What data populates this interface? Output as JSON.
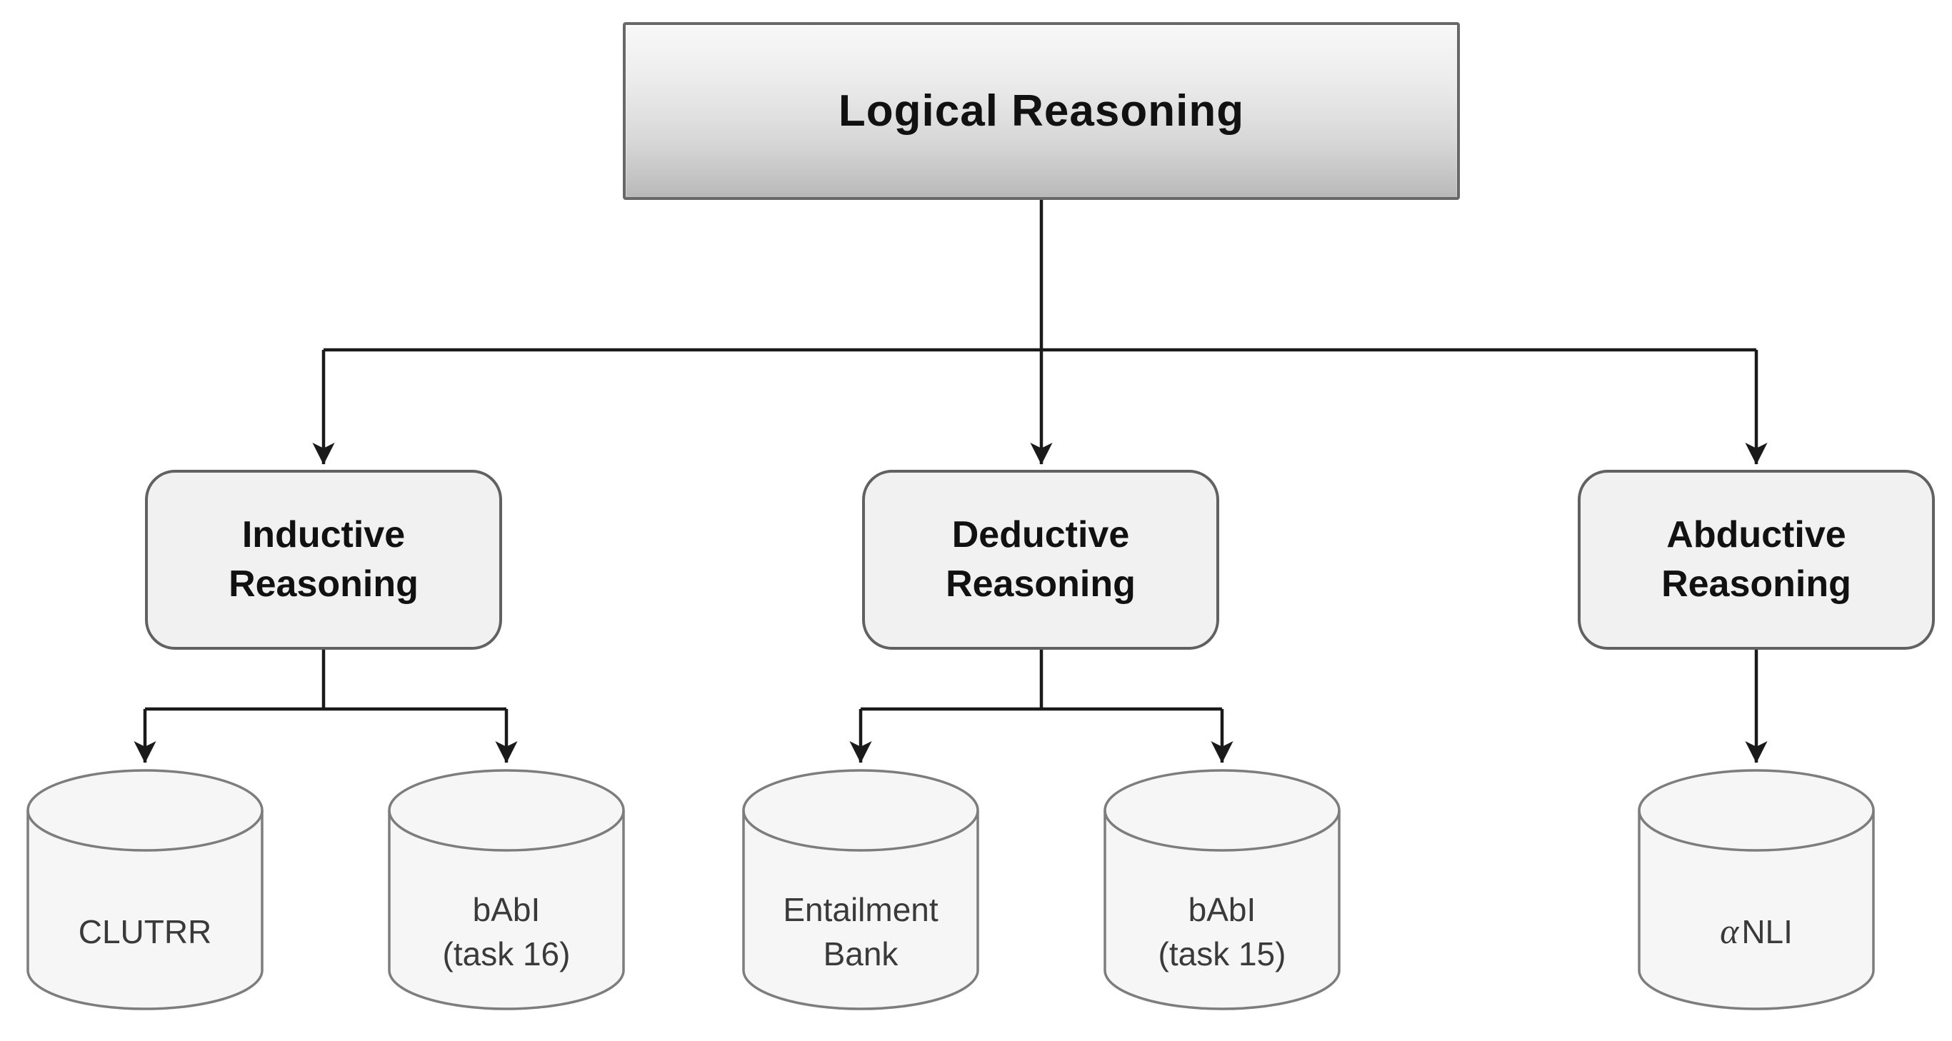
{
  "diagram": {
    "root": {
      "label": "Logical Reasoning"
    },
    "branches": {
      "inductive": {
        "label": "Inductive\nReasoning"
      },
      "deductive": {
        "label": "Deductive\nReasoning"
      },
      "abductive": {
        "label": "Abductive\nReasoning"
      }
    },
    "datasets": {
      "clutrr": {
        "label": "CLUTRR"
      },
      "babi16": {
        "label": "bAbI\n(task 16)"
      },
      "entailment": {
        "label": "Entailment\nBank"
      },
      "babi15": {
        "label": "bAbI\n(task 15)"
      },
      "anli": {
        "alpha": "α",
        "rest": "NLI"
      }
    },
    "colors": {
      "background": "#ffffff",
      "line": "#1a1a1a",
      "node_border": "#616161",
      "node_fill": "#f1f1f1",
      "root_gradient_top": "#f8f8f8",
      "root_gradient_bottom": "#b9b9b9",
      "cylinder_fill": "#f6f6f6",
      "cylinder_border": "#7d7d7d",
      "text": "#111111"
    }
  }
}
